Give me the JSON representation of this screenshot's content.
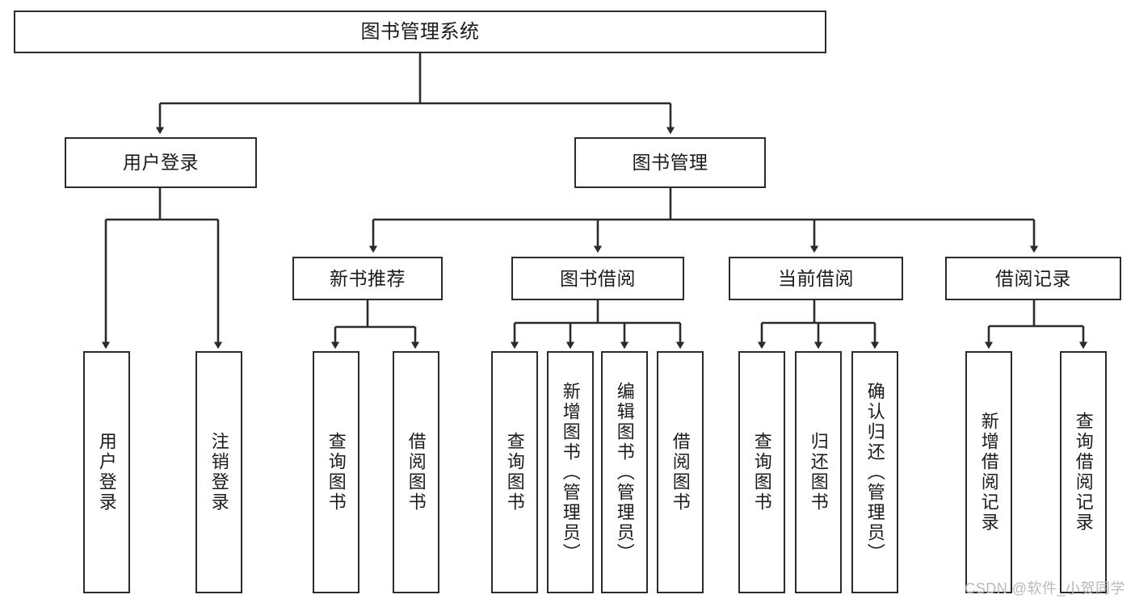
{
  "diagram": {
    "type": "tree-flowchart",
    "orientation": "top-down",
    "colors": {
      "box_border": "#2b2b2b",
      "box_fill": "#ffffff",
      "connector": "#2b2b2b",
      "text": "#1b1b1b",
      "watermark": "#b9b9b9",
      "background": "#ffffff"
    },
    "root": {
      "label": "图书管理系统"
    },
    "level1": [
      {
        "label": "用户登录"
      },
      {
        "label": "图书管理"
      }
    ],
    "level2": [
      {
        "label": "新书推荐"
      },
      {
        "label": "图书借阅"
      },
      {
        "label": "当前借阅"
      },
      {
        "label": "借阅记录"
      }
    ],
    "leaves": {
      "user_login": [
        {
          "label": "用户登录"
        },
        {
          "label": "注销登录"
        }
      ],
      "new_book_recommend": [
        {
          "label": "查询图书"
        },
        {
          "label": "借阅图书"
        }
      ],
      "book_borrow": [
        {
          "label": "查询图书"
        },
        {
          "label": "新增图书（管理员）"
        },
        {
          "label": "编辑图书（管理员）"
        },
        {
          "label": "借阅图书"
        }
      ],
      "current_borrow": [
        {
          "label": "查询图书"
        },
        {
          "label": "归还图书"
        },
        {
          "label": "确认归还（管理员）"
        }
      ],
      "borrow_record": [
        {
          "label": "新增借阅记录"
        },
        {
          "label": "查询借阅记录"
        }
      ]
    }
  },
  "watermark": {
    "text": "CSDN @软件_小贺同学"
  }
}
